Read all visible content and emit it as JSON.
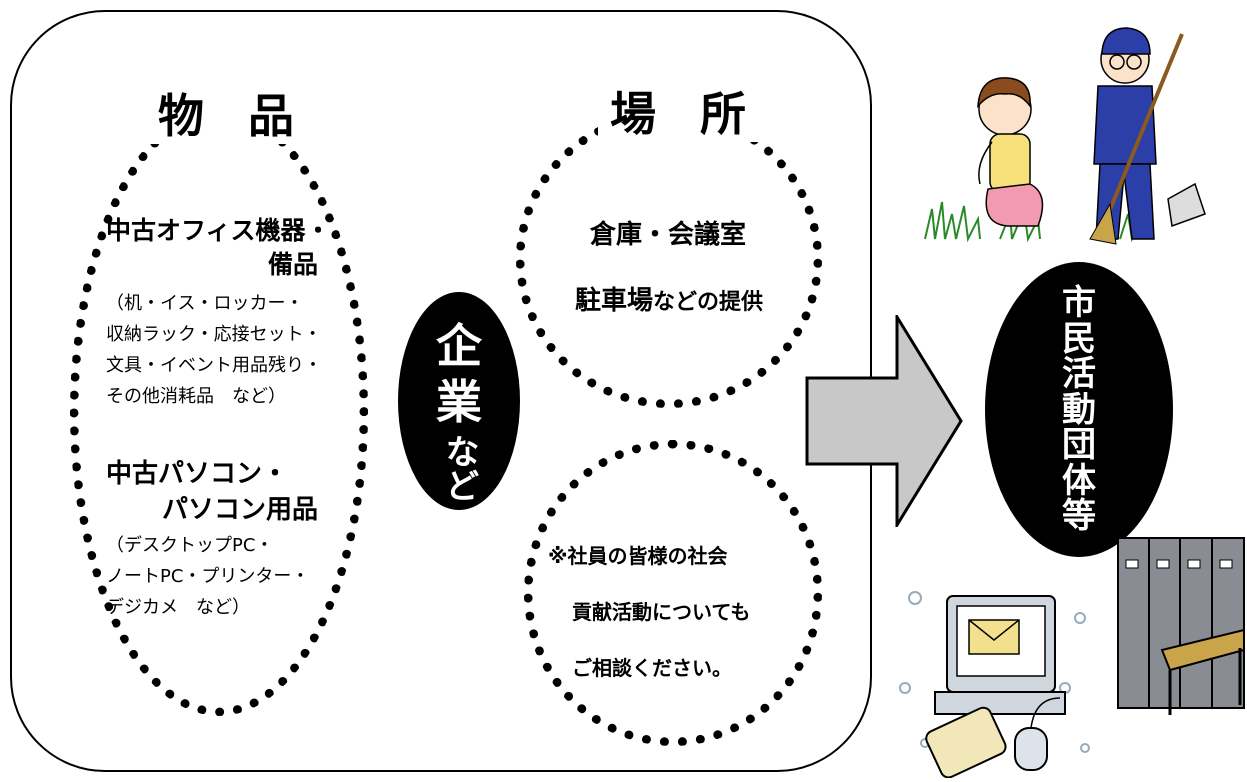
{
  "panel": {
    "goods": {
      "title": "物 品",
      "office_heading_1": "中古オフィス機器・",
      "office_heading_2": "備品",
      "office_details": [
        "（机・イス・ロッカー・",
        "収納ラック・応接セット・",
        "文具・イベント用品残り・",
        "その他消耗品　など）"
      ],
      "pc_heading_1": "中古パソコン・",
      "pc_heading_2": "パソコン用品",
      "pc_details": [
        "（デスクトップPC・",
        "ノートPC・プリンター・",
        "デジカメ　など）"
      ]
    },
    "place": {
      "title": "場 所",
      "line1": "倉庫・会議室",
      "line2_main": "駐車場",
      "line2_suffix": "などの提供"
    },
    "company": {
      "chars": [
        "企",
        "業"
      ],
      "small": "など"
    },
    "note": {
      "line1": "※社員の皆様の社会",
      "line2": "貢献活動についても",
      "line3": "ご相談ください。"
    }
  },
  "target": {
    "chars": [
      "市",
      "民",
      "活",
      "動",
      "団",
      "体",
      "等"
    ]
  },
  "illustrations": {
    "cleaning_people": "people-cleaning-illustration",
    "computer": "computer-illustration",
    "lockers": "locker-desk-illustration"
  },
  "colors": {
    "arrow_fill": "#c8c8c8",
    "oval_fill": "#000000"
  }
}
